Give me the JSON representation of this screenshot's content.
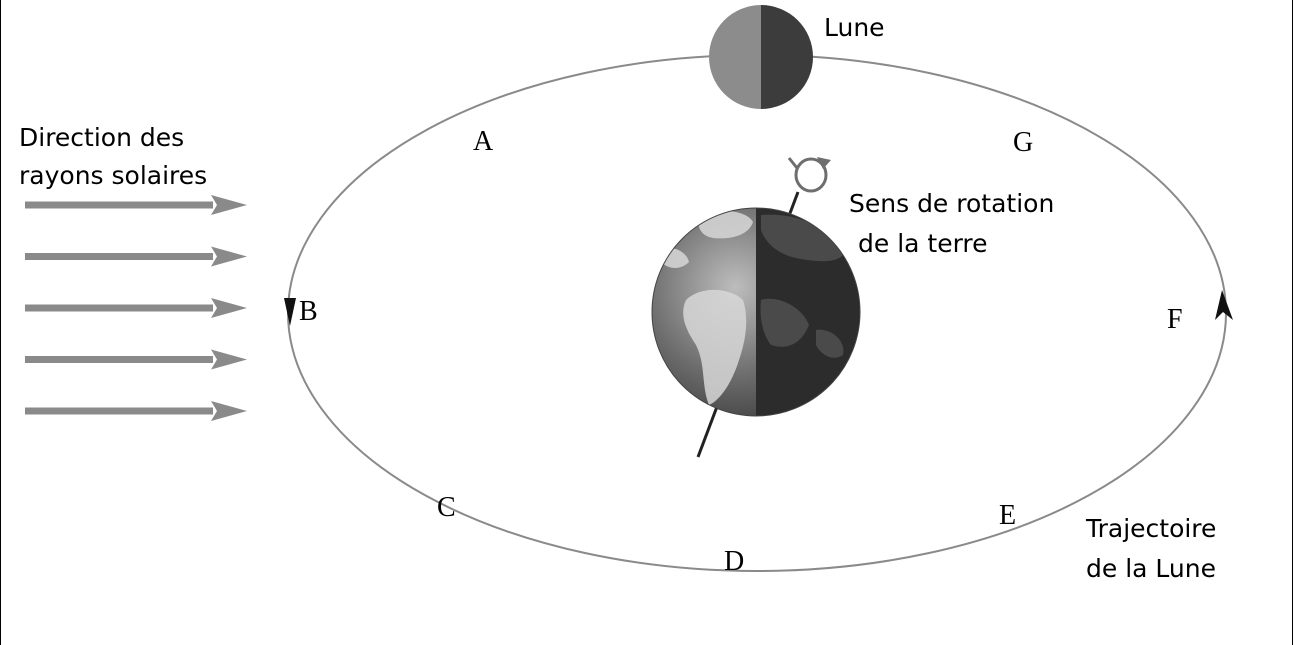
{
  "labels": {
    "moon": "Lune",
    "sun_rays_line1": "Direction des",
    "sun_rays_line2": "rayons solaires",
    "rotation_line1": "Sens de rotation",
    "rotation_line2": "de la terre",
    "trajectory_line1": "Trajectoire",
    "trajectory_line2": "de la Lune"
  },
  "positions": {
    "a": "A",
    "b": "B",
    "c": "C",
    "d": "D",
    "e": "E",
    "f": "F",
    "g": "G"
  },
  "icons": {
    "earth": "earth-globe-icon",
    "moon": "half-lit-moon-icon",
    "rotation": "rotation-arrow-icon",
    "sun_rays": "sun-ray-arrow-icon"
  },
  "colors": {
    "orbit": "#8a8a8a",
    "ray": "#8a8a8a",
    "moon_lit": "#8c8c8c",
    "moon_dark": "#3c3c3c",
    "earth_night": "#2c2c2c"
  },
  "sun_ray_count": 5
}
